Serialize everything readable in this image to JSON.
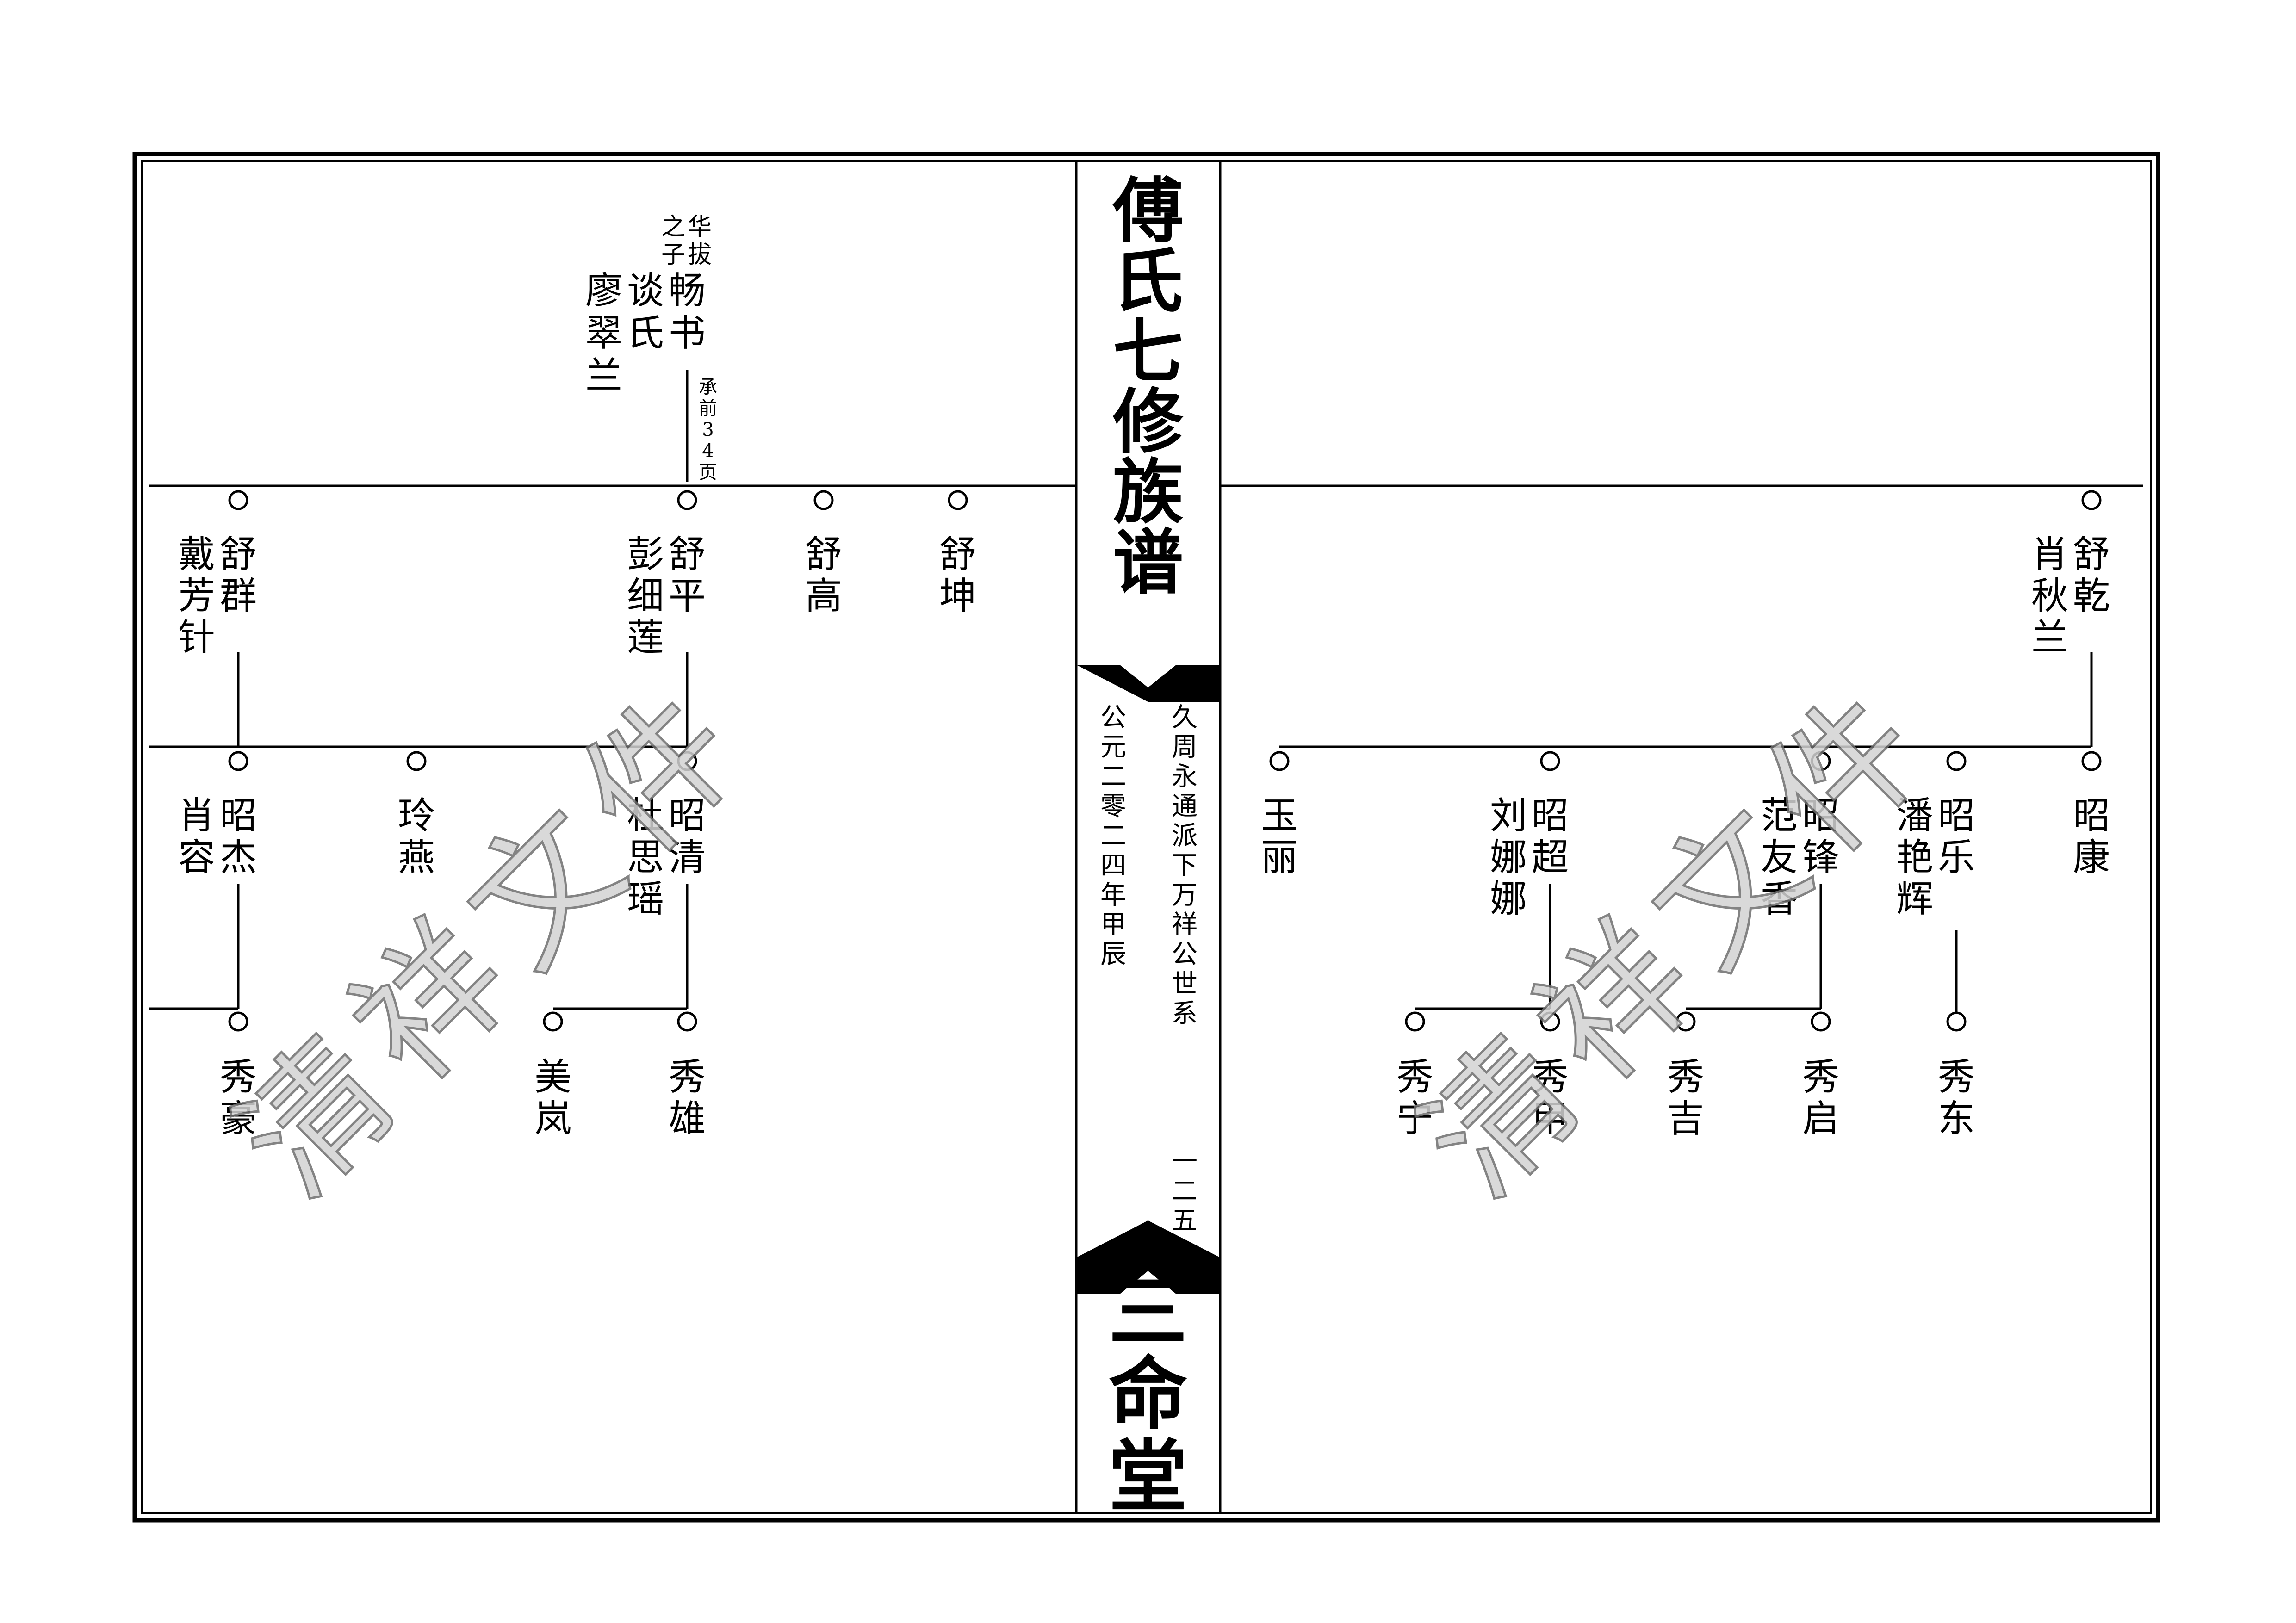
{
  "spine": {
    "title": "傅氏七修族谱",
    "branch": "久周永通派下万祥公世系",
    "date": "公元二零二四年甲辰",
    "page_number": "一二五",
    "hall": "三命堂"
  },
  "watermark": "清祥文件",
  "colors": {
    "ink": "#000000",
    "watermark_fill": "#d3d3d3",
    "watermark_stroke": "#6e6e6e"
  },
  "left_page": {
    "ancestor": {
      "note": "华拔之子",
      "name": "畅书",
      "spouses": [
        "谈氏",
        "廖翠兰"
      ],
      "continued": "承前34页"
    },
    "gen1": [
      {
        "name": "舒群",
        "spouse": "戴芳针"
      },
      {
        "name": "舒平",
        "spouse": "彭细莲"
      },
      {
        "name": "舒高"
      },
      {
        "name": "舒坤"
      }
    ],
    "gen2": [
      {
        "name": "昭杰",
        "spouse": "肖容"
      },
      {
        "name": "玲燕"
      },
      {
        "name": "昭清",
        "spouse": "杜思瑶"
      }
    ],
    "gen3": [
      {
        "name": "秀豪"
      },
      {
        "name": "美岚"
      },
      {
        "name": "秀雄"
      }
    ]
  },
  "right_page": {
    "gen1": [
      {
        "name": "舒乾",
        "spouse": "肖秋兰"
      }
    ],
    "gen2": [
      {
        "name": "玉丽"
      },
      {
        "name": "昭超",
        "spouse": "刘娜娜"
      },
      {
        "name": "昭锋",
        "spouse": "范友香"
      },
      {
        "name": "昭乐",
        "spouse": "潘艳辉"
      },
      {
        "name": "昭康"
      }
    ],
    "gen3": [
      {
        "name": "秀宁"
      },
      {
        "name": "秀甲"
      },
      {
        "name": "秀吉"
      },
      {
        "name": "秀启"
      },
      {
        "name": "秀东"
      }
    ]
  }
}
